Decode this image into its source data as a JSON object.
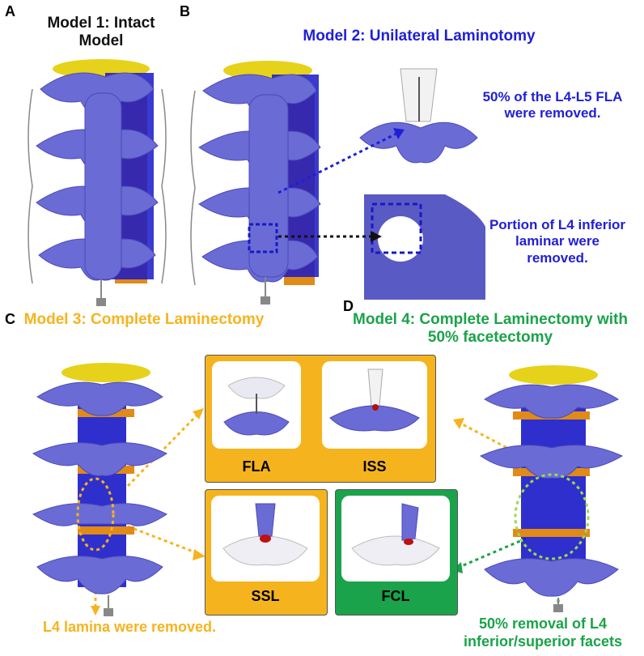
{
  "panels": {
    "A": {
      "letter": "A",
      "title": "Model 1: Intact Model"
    },
    "B": {
      "letter": "B",
      "title": "Model 2: Unilateral Laminotomy",
      "note_top": "50% of the L4-L5 FLA were removed.",
      "note_bottom": "Portion of L4 inferior laminar were removed."
    },
    "C": {
      "letter": "C",
      "title": "Model 3: Complete Laminectomy",
      "note": "L4 lamina were removed."
    },
    "D": {
      "letter": "D",
      "title": "Model 4: Complete Laminectomy with 50% facetectomy",
      "note": "50% removal of L4 inferior/superior facets"
    }
  },
  "ligaments": {
    "fla": "FLA",
    "iss": "ISS",
    "ssl": "SSL",
    "fcl": "FCL"
  },
  "colors": {
    "vertebra": "#6b6bd6",
    "disc": "#e08a18",
    "endplate": "#e6d21a",
    "canal": "#1818c8",
    "orange_box": "#f5b41e",
    "green_box": "#1aa34a",
    "title_blue": "#1f1fd6"
  }
}
